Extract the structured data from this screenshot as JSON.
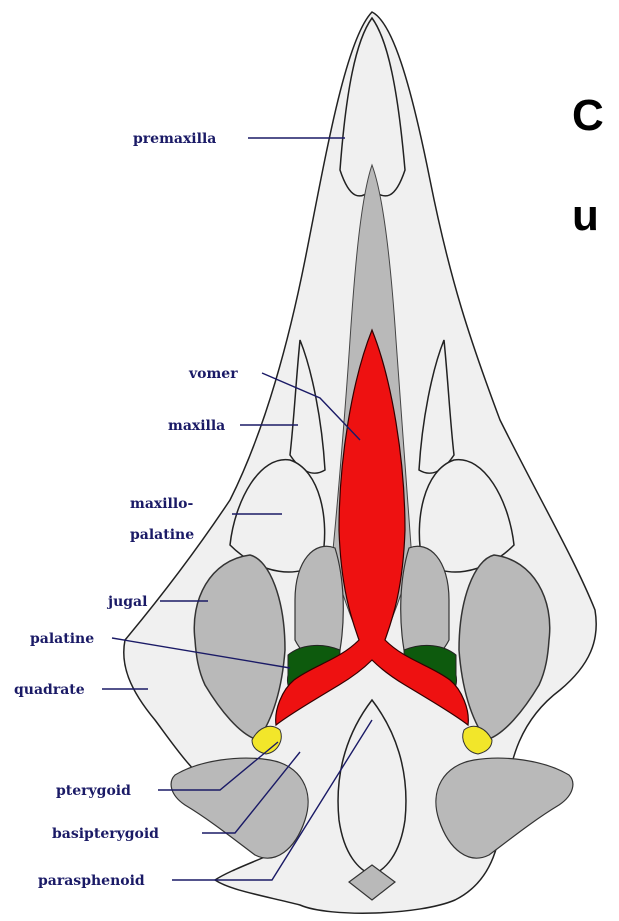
{
  "heading": {
    "line1": "C",
    "line2": "u"
  },
  "labels": {
    "premaxilla": "premaxilla",
    "vomer": "vomer",
    "maxilla": "maxilla",
    "maxillo_palatine_1": "maxillo-",
    "maxillo_palatine_2": "palatine",
    "jugal": "jugal",
    "palatine": "palatine",
    "quadrate": "quadrate",
    "pterygoid": "pterygoid",
    "basipterygoid": "basipterygoid",
    "parasphenoid": "parasphenoid"
  },
  "colors": {
    "bone_light": "#f0f0f0",
    "bone_gray": "#b9b9b9",
    "vomer_red": "#ee1111",
    "palatine_green": "#0d5a0d",
    "pterygoid_yellow": "#f2e62a",
    "label_blue": "#1a1a66"
  }
}
